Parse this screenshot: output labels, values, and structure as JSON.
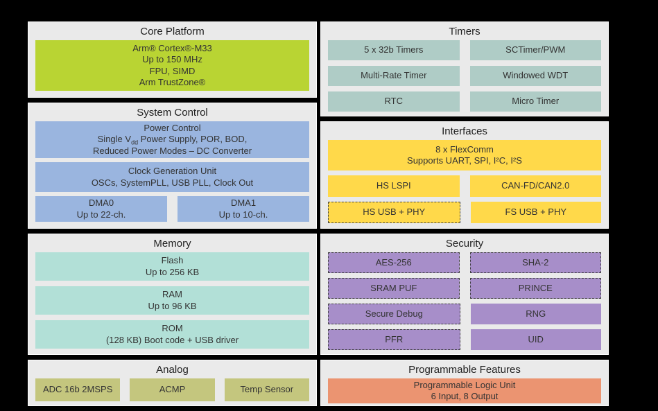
{
  "colors": {
    "background": "#000000",
    "panel_fill": "#EAEAEA",
    "core_green": "#B9D433",
    "system_blue": "#9AB5DF",
    "memory_mint": "#B2E0D7",
    "timers_teal": "#AFCCC6",
    "analog_olive": "#C4C67E",
    "interfaces_yellow": "#FFD94A",
    "security_purple": "#A78EC9",
    "programmable_orange": "#EB9471",
    "text": "#333333"
  },
  "panels": {
    "core_platform": {
      "title": "Core Platform",
      "block": {
        "line1": "Arm® Cortex®-M33",
        "line2": "Up to 150 MHz",
        "line3": "FPU, SIMD",
        "line4": "Arm TrustZone®"
      }
    },
    "system_control": {
      "title": "System Control",
      "power": {
        "line1": "Power Control",
        "line2_pre": "Single V",
        "line2_sub": "dd",
        "line2_post": " Power Supply, POR, BOD,",
        "line3": "Reduced Power Modes – DC Converter"
      },
      "clock": {
        "line1": "Clock Generation Unit",
        "line2": "OSCs, SystemPLL, USB PLL, Clock Out"
      },
      "dma0": {
        "line1": "DMA0",
        "line2": "Up to 22-ch."
      },
      "dma1": {
        "line1": "DMA1",
        "line2": "Up to 10-ch."
      }
    },
    "memory": {
      "title": "Memory",
      "flash": {
        "line1": "Flash",
        "line2": "Up to 256 KB"
      },
      "ram": {
        "line1": "RAM",
        "line2": "Up to 96 KB"
      },
      "rom": {
        "line1": "ROM",
        "line2": "(128 KB) Boot code + USB driver"
      }
    },
    "analog": {
      "title": "Analog",
      "blocks": [
        "ADC 16b 2MSPS",
        "ACMP",
        "Temp Sensor"
      ]
    },
    "timers": {
      "title": "Timers",
      "blocks": [
        "5 x 32b Timers",
        "SCTimer/PWM",
        "Multi-Rate Timer",
        "Windowed WDT",
        "RTC",
        "Micro Timer"
      ]
    },
    "interfaces": {
      "title": "Interfaces",
      "flexcomm": {
        "line1": "8 x FlexComm",
        "line2": "Supports UART, SPI, I²C, I²S"
      },
      "blocks": [
        {
          "label": "HS LSPI",
          "dashed": false
        },
        {
          "label": "CAN-FD/CAN2.0",
          "dashed": false
        },
        {
          "label": "HS USB + PHY",
          "dashed": true
        },
        {
          "label": "FS USB + PHY",
          "dashed": false
        }
      ]
    },
    "security": {
      "title": "Security",
      "blocks": [
        {
          "label": "AES-256",
          "dashed": true
        },
        {
          "label": "SHA-2",
          "dashed": true
        },
        {
          "label": "SRAM PUF",
          "dashed": true
        },
        {
          "label": "PRINCE",
          "dashed": true
        },
        {
          "label": "Secure Debug",
          "dashed": true
        },
        {
          "label": "RNG",
          "dashed": false
        },
        {
          "label": "PFR",
          "dashed": true
        },
        {
          "label": "UID",
          "dashed": false
        }
      ]
    },
    "programmable": {
      "title": "Programmable Features",
      "block": {
        "line1": "Programmable Logic Unit",
        "line2": "6 Input, 8 Output"
      }
    }
  }
}
